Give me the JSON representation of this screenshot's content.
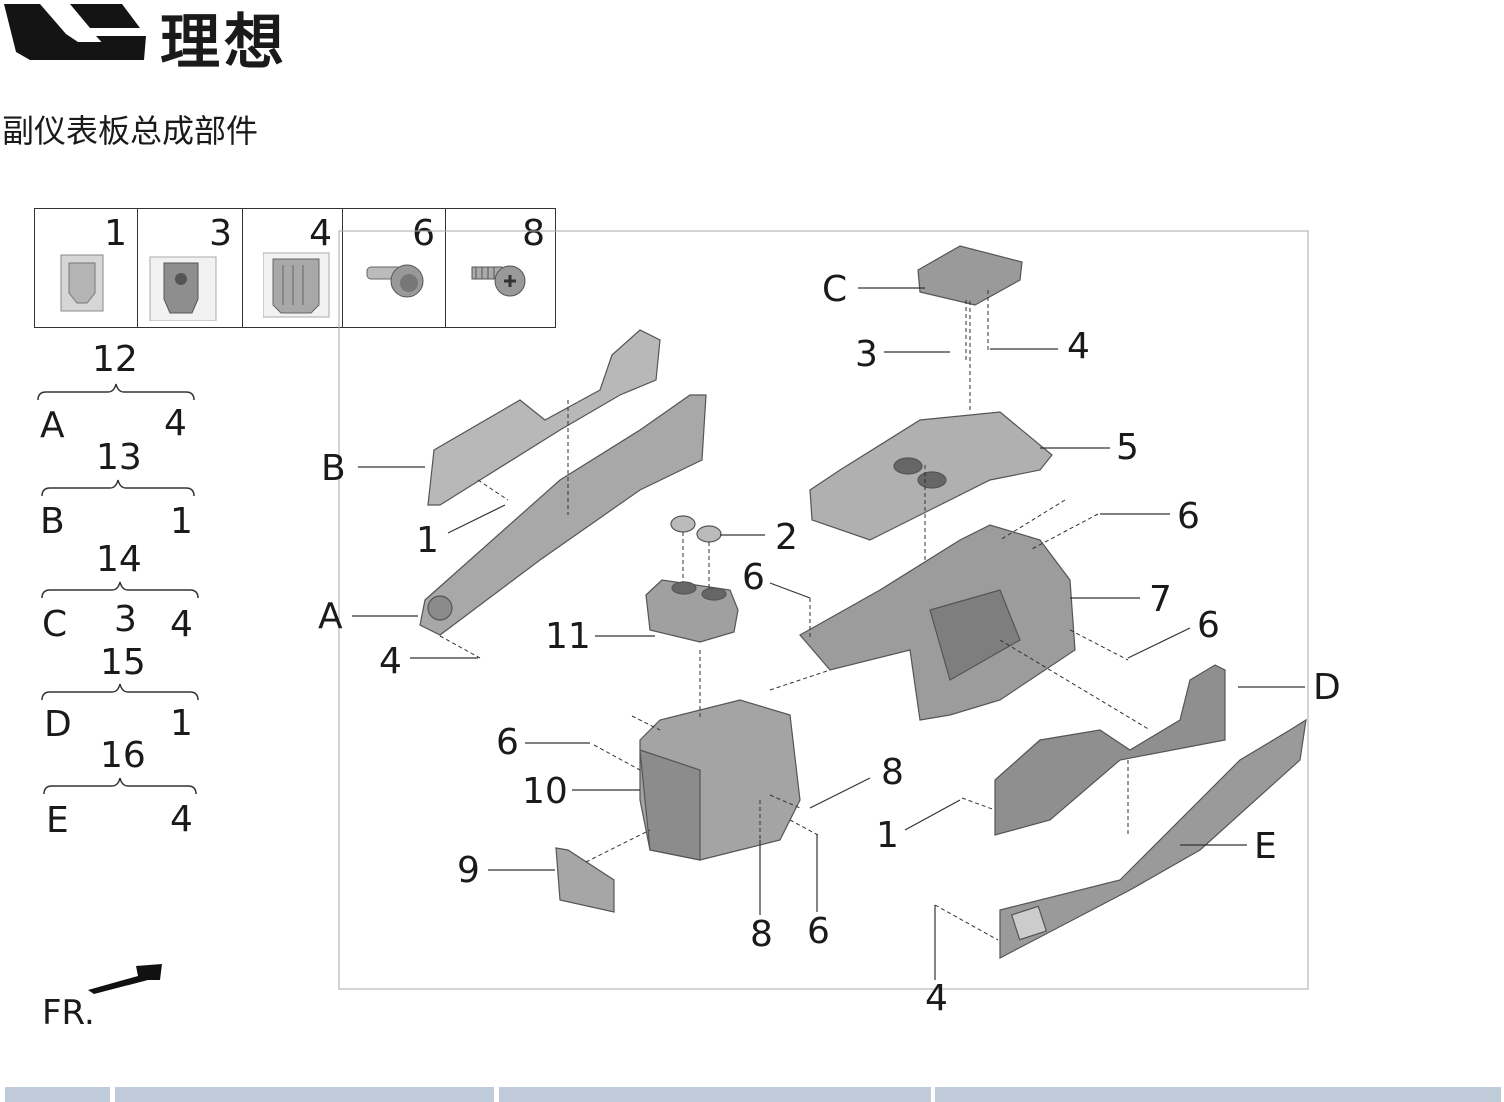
{
  "brand": {
    "name": "理想"
  },
  "title": "副仪表板总成部件",
  "fastener_table": [
    {
      "number": "1",
      "icon": "clip-icon"
    },
    {
      "number": "3",
      "icon": "clip-nut-icon"
    },
    {
      "number": "4",
      "icon": "spring-clip-icon"
    },
    {
      "number": "6",
      "icon": "bolt-icon"
    },
    {
      "number": "8",
      "icon": "screw-icon"
    }
  ],
  "kits": [
    {
      "number": "12",
      "left": "A",
      "middle": "",
      "right": "4"
    },
    {
      "number": "13",
      "left": "B",
      "middle": "",
      "right": "1"
    },
    {
      "number": "14",
      "left": "C",
      "middle": "3",
      "right": "4"
    },
    {
      "number": "15",
      "left": "D",
      "middle": "",
      "right": "1"
    },
    {
      "number": "16",
      "left": "E",
      "middle": "",
      "right": "4"
    }
  ],
  "callouts": [
    "C",
    "3",
    "4",
    "5",
    "B",
    "1",
    "2",
    "6",
    "6",
    "7",
    "A",
    "11",
    "6",
    "4",
    "D",
    "6",
    "10",
    "8",
    "1",
    "E",
    "9",
    "8",
    "6",
    "4"
  ],
  "direction_label": "FR."
}
